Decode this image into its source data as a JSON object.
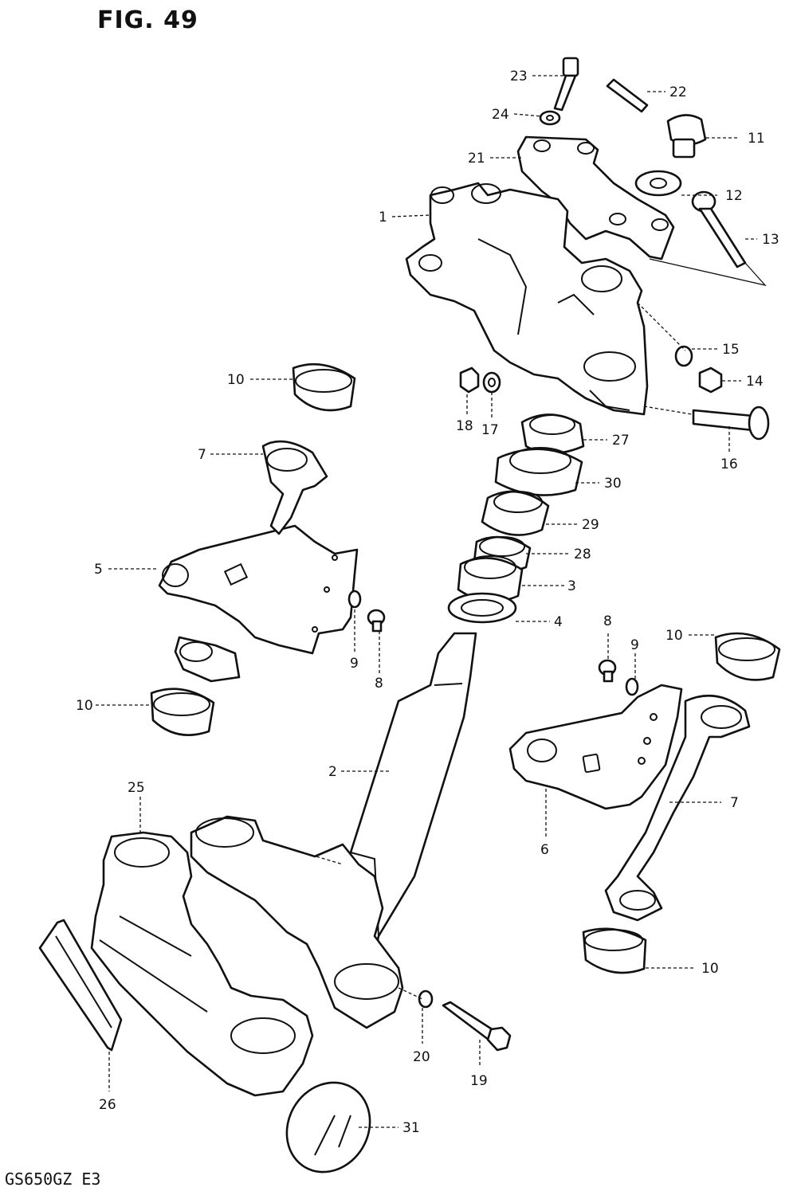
{
  "figure_title": "FIG. 49",
  "model_code": "GS650GZ E3",
  "callouts": [
    {
      "id": "c23",
      "label": "23"
    },
    {
      "id": "c22",
      "label": "22"
    },
    {
      "id": "c24",
      "label": "24"
    },
    {
      "id": "c11",
      "label": "11"
    },
    {
      "id": "c21",
      "label": "21"
    },
    {
      "id": "c12",
      "label": "12"
    },
    {
      "id": "c1",
      "label": "1"
    },
    {
      "id": "c13",
      "label": "13"
    },
    {
      "id": "c15",
      "label": "15"
    },
    {
      "id": "c10a",
      "label": "10"
    },
    {
      "id": "c14",
      "label": "14"
    },
    {
      "id": "c18",
      "label": "18"
    },
    {
      "id": "c17",
      "label": "17"
    },
    {
      "id": "c27",
      "label": "27"
    },
    {
      "id": "c16",
      "label": "16"
    },
    {
      "id": "c7a",
      "label": "7"
    },
    {
      "id": "c30",
      "label": "30"
    },
    {
      "id": "c29",
      "label": "29"
    },
    {
      "id": "c28",
      "label": "28"
    },
    {
      "id": "c5",
      "label": "5"
    },
    {
      "id": "c3",
      "label": "3"
    },
    {
      "id": "c4",
      "label": "4"
    },
    {
      "id": "c9a",
      "label": "9"
    },
    {
      "id": "c8a",
      "label": "8"
    },
    {
      "id": "c8b",
      "label": "8"
    },
    {
      "id": "c9b",
      "label": "9"
    },
    {
      "id": "c10b",
      "label": "10"
    },
    {
      "id": "c10c",
      "label": "10"
    },
    {
      "id": "c2",
      "label": "2"
    },
    {
      "id": "c25",
      "label": "25"
    },
    {
      "id": "c6",
      "label": "6"
    },
    {
      "id": "c7b",
      "label": "7"
    },
    {
      "id": "c10d",
      "label": "10"
    },
    {
      "id": "c20",
      "label": "20"
    },
    {
      "id": "c19",
      "label": "19"
    },
    {
      "id": "c26",
      "label": "26"
    },
    {
      "id": "c31",
      "label": "31"
    }
  ]
}
